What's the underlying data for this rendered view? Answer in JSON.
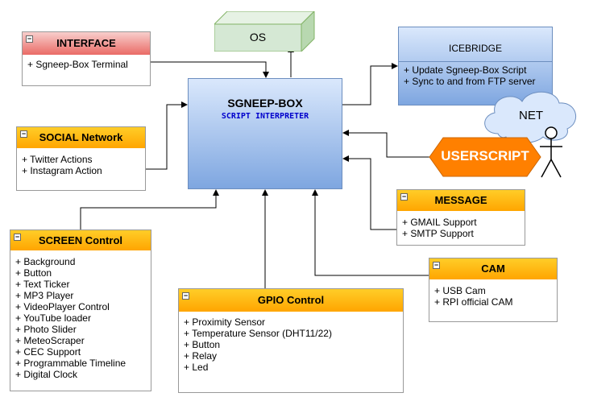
{
  "os": {
    "label": "OS"
  },
  "interface": {
    "title": "INTERFACE",
    "items": [
      "+ Sgneep-Box Terminal"
    ]
  },
  "icebridge": {
    "title": "ICEBRIDGE",
    "items": [
      "+ Update Sgneep-Box Script",
      "+ Sync to and from FTP server"
    ]
  },
  "net": {
    "label": "NET"
  },
  "sgneep": {
    "title": "SGNEEP-BOX",
    "subtitle": "SCRIPT INTERPRETER"
  },
  "social": {
    "title": "SOCIAL Network",
    "items": [
      "+ Twitter Actions",
      "+ Instagram Action"
    ]
  },
  "userscript": {
    "label": "USERSCRIPT"
  },
  "message": {
    "title": "MESSAGE",
    "items": [
      "+ GMAIL Support",
      "+ SMTP Support"
    ]
  },
  "screen": {
    "title": "SCREEN Control",
    "items": [
      "+ Background",
      "+ Button",
      "+ Text Ticker",
      "+ MP3 Player",
      "+ VideoPlayer Control",
      "+ YouTube loader",
      "+ Photo Slider",
      "+ MeteoScraper",
      "+ CEC Support",
      "+ Programmable Timeline",
      "+ Digital Clock"
    ]
  },
  "cam": {
    "title": "CAM",
    "items": [
      "+ USB Cam",
      "+ RPI official CAM"
    ]
  },
  "gpio": {
    "title": "GPIO Control",
    "items": [
      "+ Proximity Sensor",
      "+ Temperature Sensor (DHT11/22)",
      "+ Button",
      "+ Relay",
      "+ Led"
    ]
  },
  "collapse_symbol": "−",
  "colors": {
    "accent_blue": "#dae8fc",
    "interpreter_blue": "#7ea6e0",
    "orange": "#ffa500",
    "userscript_orange": "#ff8000",
    "os_green": "#d5e8d4"
  }
}
